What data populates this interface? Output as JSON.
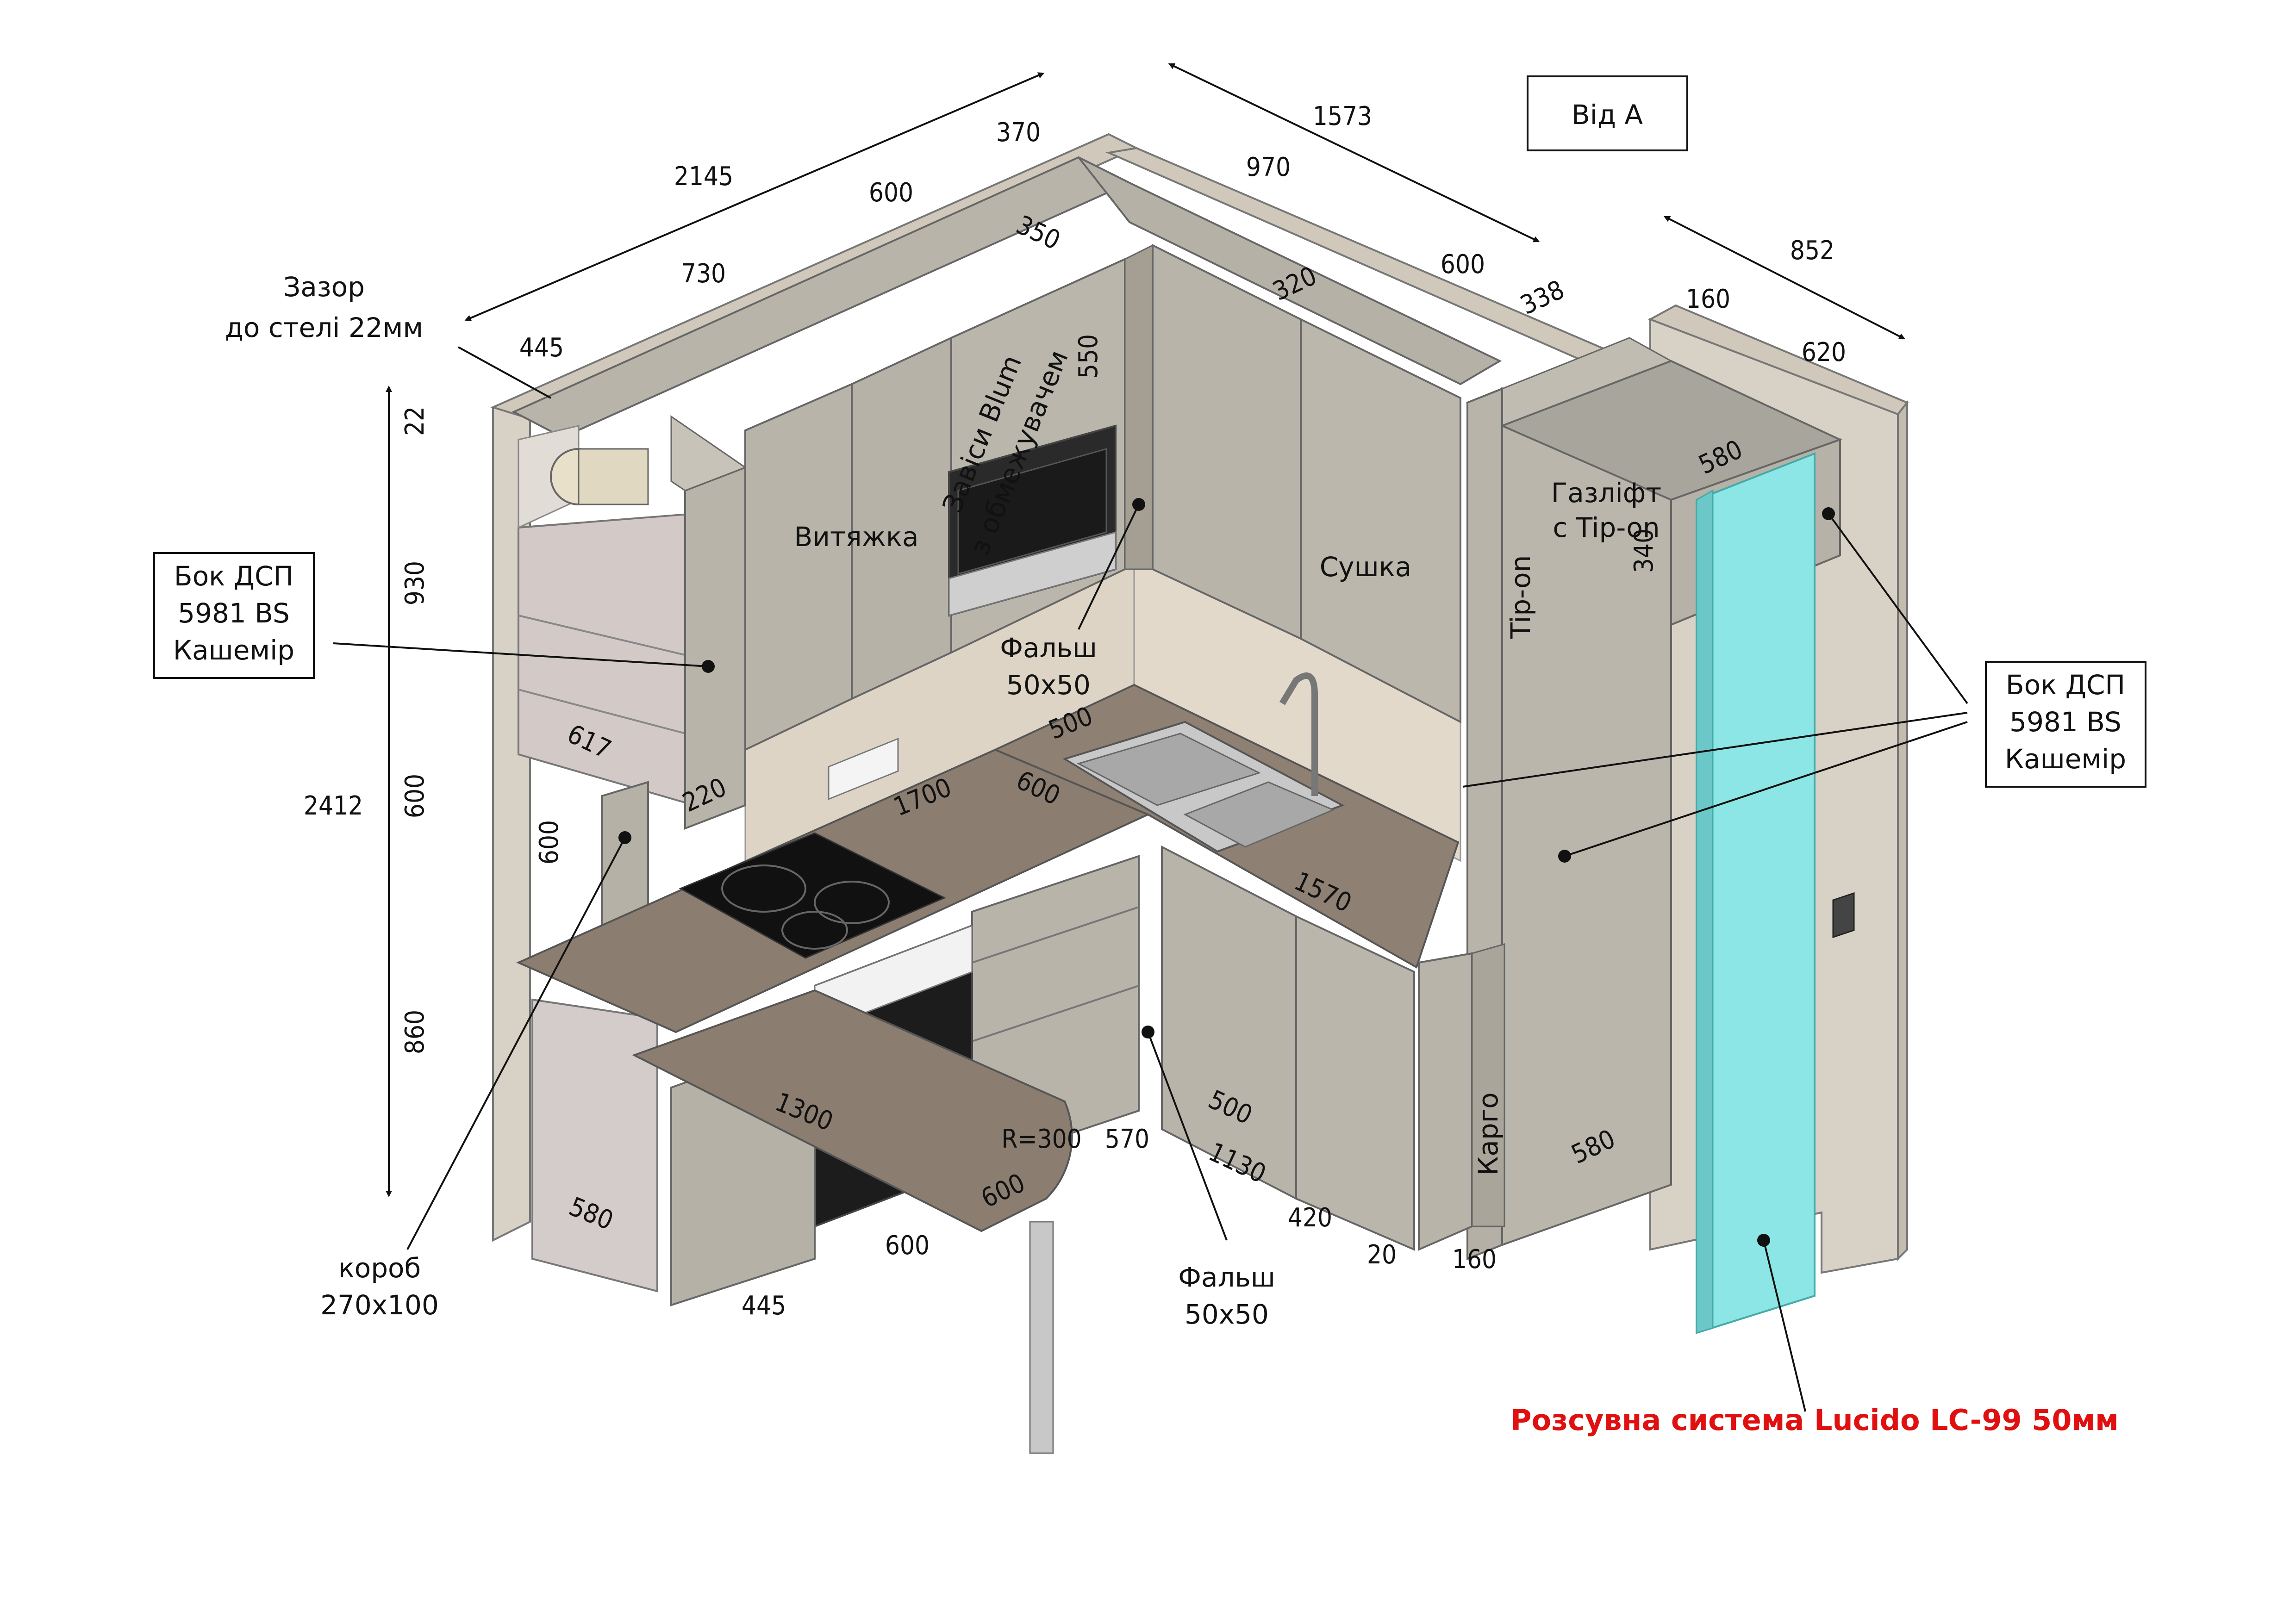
{
  "view_title": "Від А",
  "labels": {
    "ceiling_gap_1": "Зазор",
    "ceiling_gap_2": "до стелі 22мм",
    "side_left_1": "Бок ДСП",
    "side_left_2": "5981 BS",
    "side_left_3": "Кашемір",
    "side_right_1": "Бок ДСП",
    "side_right_2": "5981 BS",
    "side_right_3": "Кашемір",
    "hood": "Витяжка",
    "hinges_1": "Завіси Blum",
    "hinges_2": "з обмежувачем",
    "dryer": "Сушка",
    "gaslift_1": "Газліфт",
    "gaslift_2": "с Tip-on",
    "tipon": "Tip-on",
    "filler_top_1": "Фальш",
    "filler_top_2": "50х50",
    "filler_bottom_1": "Фальш",
    "filler_bottom_2": "50х50",
    "box_1": "короб",
    "box_2": "270х100",
    "cargo": "Карго",
    "radius": "R=300",
    "sliding_system": "Розсувна система Lucido LC-99 50мм"
  },
  "dimensions": {
    "d2145": "2145",
    "d370": "370",
    "d600_top": "600",
    "d730": "730",
    "d445_top": "445",
    "d1573": "1573",
    "d970": "970",
    "d600_right_top": "600",
    "d338": "338",
    "d852": "852",
    "d160_top": "160",
    "d620": "620",
    "d350": "350",
    "d550": "550",
    "d320": "320",
    "d580_top": "580",
    "d340": "340",
    "d22": "22",
    "d930": "930",
    "d600_v": "600",
    "d860": "860",
    "d2412": "2412",
    "d617": "617",
    "d220": "220",
    "d600_box": "600",
    "d500_sink": "500",
    "d1700": "1700",
    "d600_sink": "600",
    "d1570": "1570",
    "d1300": "1300",
    "d600_bar": "600",
    "d580_base": "580",
    "d600_bottom": "600",
    "d445_bottom": "445",
    "d570": "570",
    "d500_base": "500",
    "d1130": "1130",
    "d420": "420",
    "d20": "20",
    "d160_bottom": "160",
    "d580_tall": "580"
  },
  "colors": {
    "cabinet": "#b8b4a8",
    "cabinet_dark": "#a29d91",
    "wall": "#d8d1c5",
    "countertop": "#8b7d70",
    "glass": "#8de6e6",
    "side_panel": "#d4ccca",
    "annotation_red": "#e01010"
  }
}
